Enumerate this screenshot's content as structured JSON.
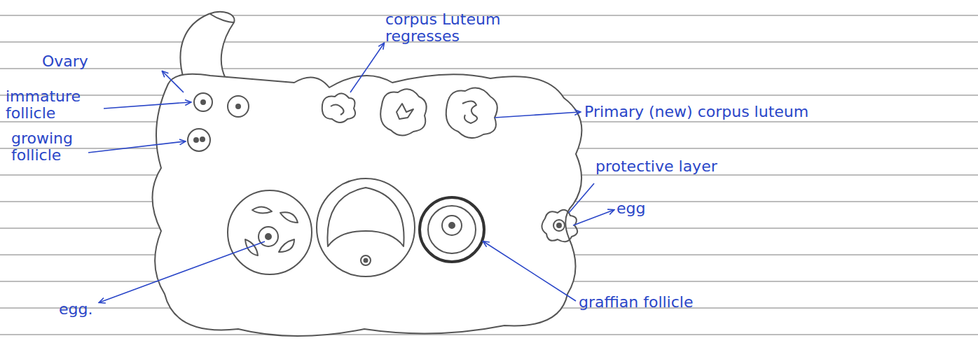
{
  "diagram": {
    "labels": [
      "corpus Luteum regresses",
      "Ovary",
      "immature follicle",
      "growing follicle",
      "egg.",
      "Primary (new) corpus luteum",
      "protective layer",
      "egg",
      "graffian follicle"
    ]
  }
}
